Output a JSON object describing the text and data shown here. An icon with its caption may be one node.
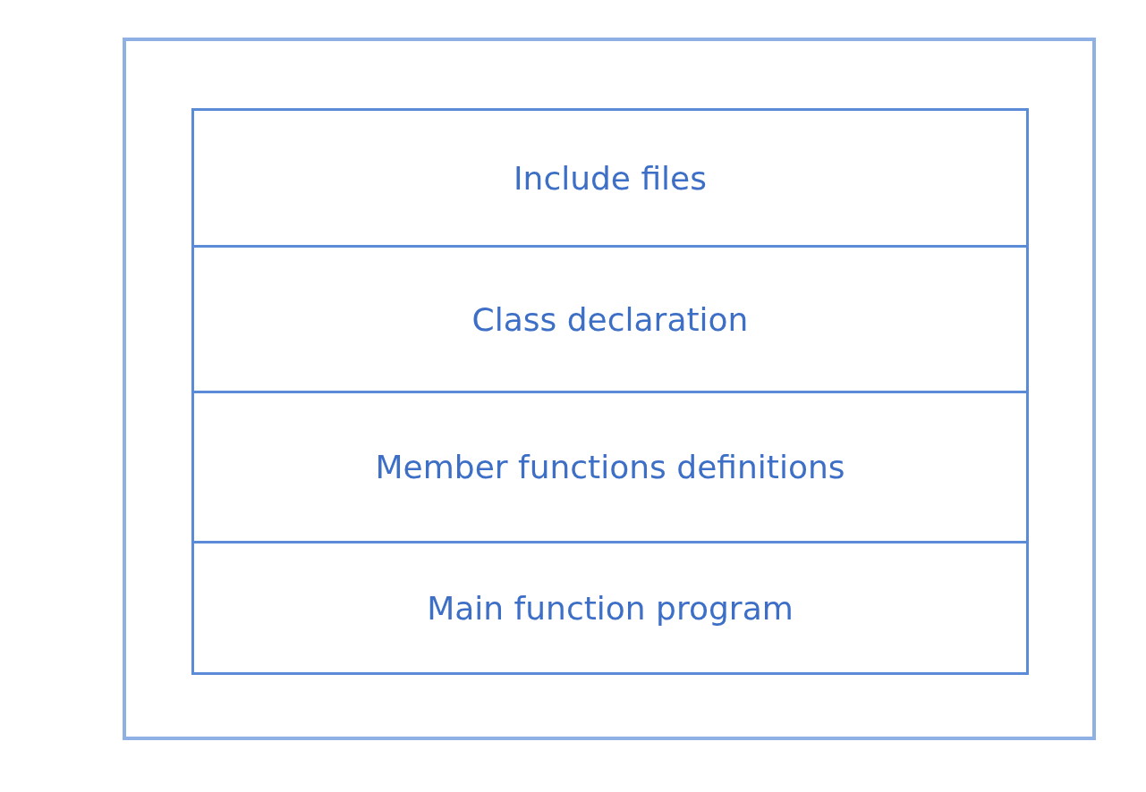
{
  "diagram": {
    "nodes": [
      {
        "text": [],
        "shape": "box"
      },
      {
        "text": [
          "Include files"
        ],
        "in": 0
      },
      {
        "text": [
          "Class declaration"
        ],
        "in": 0
      },
      {
        "text": [
          "Member functions definitions"
        ],
        "in": 0
      },
      {
        "text": [
          "Main function program"
        ],
        "in": 0
      }
    ]
  }
}
